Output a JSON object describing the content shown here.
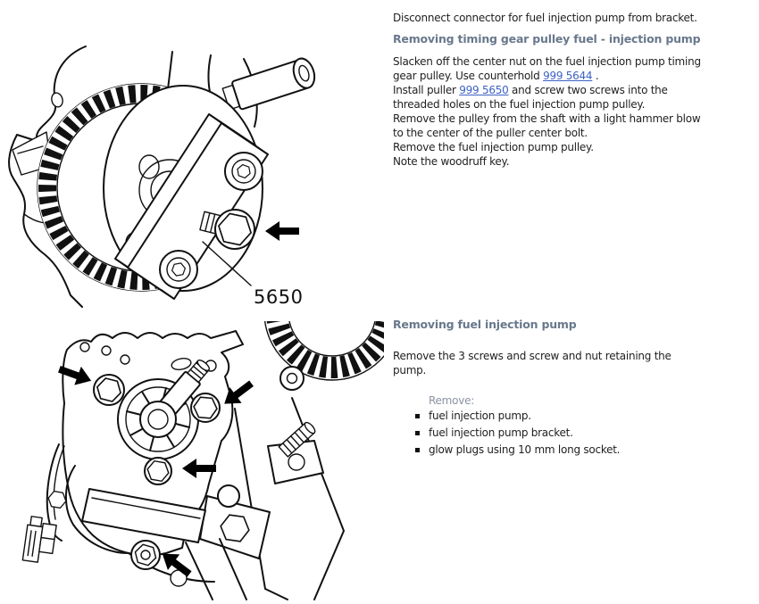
{
  "colors": {
    "background": "#ffffff",
    "body_text": "#1f1f1f",
    "heading": "#68788c",
    "note_label": "#8b93a2",
    "link": "#3e62c4",
    "line_art": "#111111",
    "arrow": "#000000"
  },
  "intro_line": "Disconnect connector for fuel injection pump from bracket.",
  "section_pulley": {
    "heading": "Removing timing gear pulley fuel - injection pump",
    "lines": [
      [
        {
          "text": "Slacken off the center nut on the fuel injection pump timing"
        }
      ],
      [
        {
          "text": "gear pulley. Use counterhold "
        },
        {
          "link": "999 5644"
        },
        {
          "text": " ."
        }
      ],
      [
        {
          "text": "Install puller "
        },
        {
          "link": "999 5650"
        },
        {
          "text": " and screw two screws into the"
        }
      ],
      [
        {
          "text": "threaded holes on the fuel injection pump pulley."
        }
      ],
      [
        {
          "text": "Remove the pulley from the shaft with a light hammer blow"
        }
      ],
      [
        {
          "text": "to the center of the puller center bolt."
        }
      ],
      [
        {
          "text": "Remove the fuel injection pump pulley."
        }
      ],
      [
        {
          "text": "Note the woodruff key."
        }
      ]
    ]
  },
  "figure_pulley": {
    "label": "5650"
  },
  "section_pump": {
    "heading": "Removing fuel injection pump",
    "lines": [
      [
        {
          "text": "Remove the 3 screws and screw and nut retaining the"
        }
      ],
      [
        {
          "text": "pump."
        }
      ]
    ],
    "list_label": "Remove:",
    "bullets": [
      "fuel injection pump.",
      "fuel injection pump bracket.",
      "glow plugs using 10 mm long socket."
    ]
  }
}
